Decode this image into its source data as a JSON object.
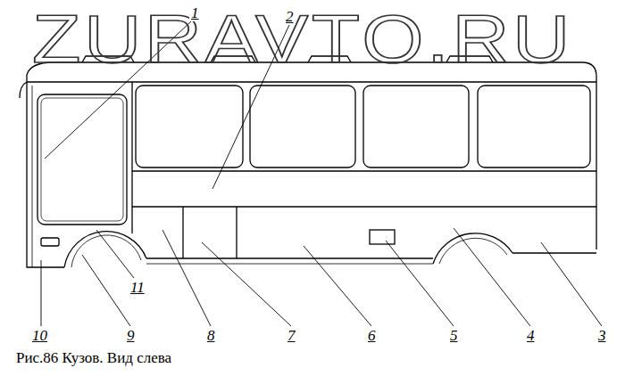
{
  "diagram": {
    "caption": "Рис.86 Кузов. Вид слева",
    "labels": [
      "ZURAVTO.RU",
      "1",
      "2",
      "11",
      "10",
      "9",
      "8",
      "7",
      "6",
      "5",
      "4",
      "3"
    ]
  }
}
